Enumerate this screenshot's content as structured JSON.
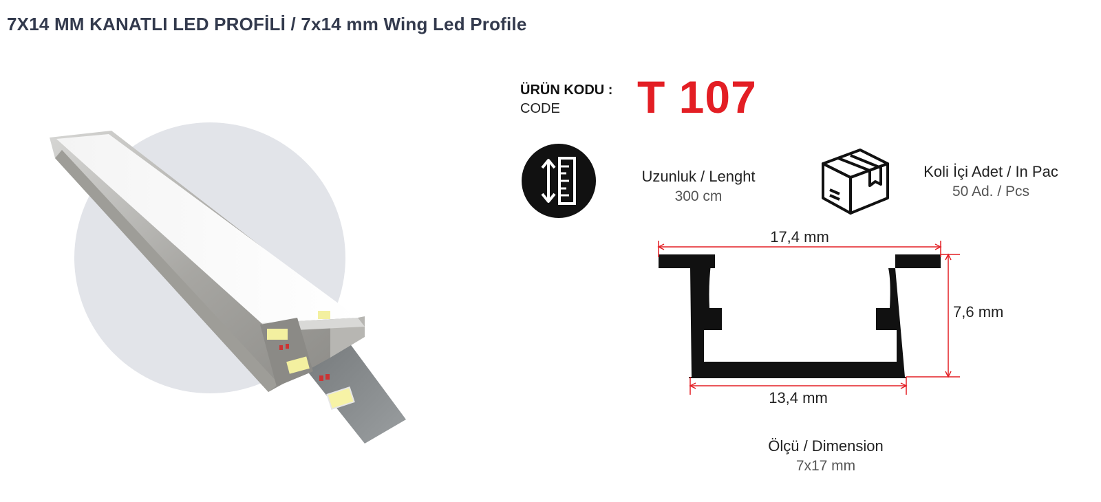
{
  "page": {
    "title": "7X14 MM KANATLI LED PROFİLİ / 7x14 mm Wing Led Profile"
  },
  "product": {
    "code_label": "ÜRÜN KODU :",
    "code_sublabel": "CODE",
    "code_value": "T 107",
    "code_color": "#e31e24"
  },
  "specs": {
    "length": {
      "icon": "ruler-length-icon",
      "label": "Uzunluk / Lenght",
      "value": "300 cm"
    },
    "package": {
      "icon": "package-box-icon",
      "label": "Koli İçi Adet / In Pac",
      "value": "50 Ad. / Pcs"
    },
    "dimension": {
      "label": "Ölçü / Dimension",
      "value": "7x17 mm"
    }
  },
  "drawing": {
    "top_width": "17,4 mm",
    "bottom_width": "13,4 mm",
    "height": "7,6 mm",
    "dimension_line_color": "#e31e24"
  }
}
